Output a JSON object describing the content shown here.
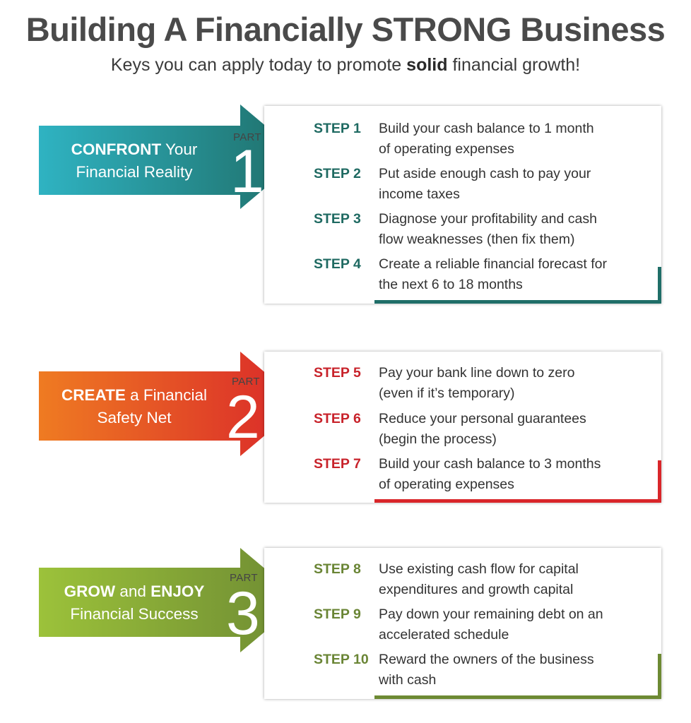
{
  "header": {
    "title": "Building A Financially STRONG Business",
    "subtitle_before": "Keys you can apply today to promote ",
    "subtitle_bold": "solid",
    "subtitle_after": " financial growth!"
  },
  "colors": {
    "part1_start": "#2fb3c2",
    "part1_end": "#1f6e68",
    "part1_step": "#1f6a62",
    "part2_start": "#ef7b22",
    "part2_end": "#d9262a",
    "part2_step": "#c8232b",
    "part3_start": "#9cc23a",
    "part3_end": "#6d8a33",
    "part3_step": "#6a8535"
  },
  "parts": [
    {
      "part_word": "PART",
      "number": "1",
      "label_bold": "CONFRONT",
      "label_rest": " Your",
      "label_line2": "Financial Reality",
      "steps": [
        {
          "label": "STEP 1",
          "line1": "Build your cash balance to 1 month",
          "line2": "of operating expenses"
        },
        {
          "label": "STEP 2",
          "line1": "Put aside enough cash to pay your",
          "line2": "income taxes"
        },
        {
          "label": "STEP 3",
          "line1": "Diagnose your profitability and cash",
          "line2": "flow weaknesses (then fix them)"
        },
        {
          "label": "STEP 4",
          "line1": "Create a reliable financial forecast for",
          "line2": "the next 6 to 18 months"
        }
      ]
    },
    {
      "part_word": "PART",
      "number": "2",
      "label_bold": "CREATE",
      "label_rest": " a Financial",
      "label_line2": "Safety Net",
      "steps": [
        {
          "label": "STEP 5",
          "line1": "Pay your bank line down to zero",
          "line2": "(even if it’s temporary)"
        },
        {
          "label": "STEP 6",
          "line1": "Reduce your personal guarantees",
          "line2": "(begin the process)"
        },
        {
          "label": "STEP 7",
          "line1": "Build your cash balance to 3 months",
          "line2": "of operating expenses"
        }
      ]
    },
    {
      "part_word": "PART",
      "number": "3",
      "label_bold": "GROW",
      "label_mid": " and ",
      "label_bold2": "ENJOY",
      "label_line2": "Financial Success",
      "steps": [
        {
          "label": "STEP 8",
          "line1": "Use existing cash flow for capital",
          "line2": "expenditures and growth capital"
        },
        {
          "label": "STEP 9",
          "line1": "Pay down your remaining debt on an",
          "line2": "accelerated schedule"
        },
        {
          "label": "STEP 10",
          "line1": "Reward the owners of the business",
          "line2": "with cash"
        }
      ]
    }
  ]
}
